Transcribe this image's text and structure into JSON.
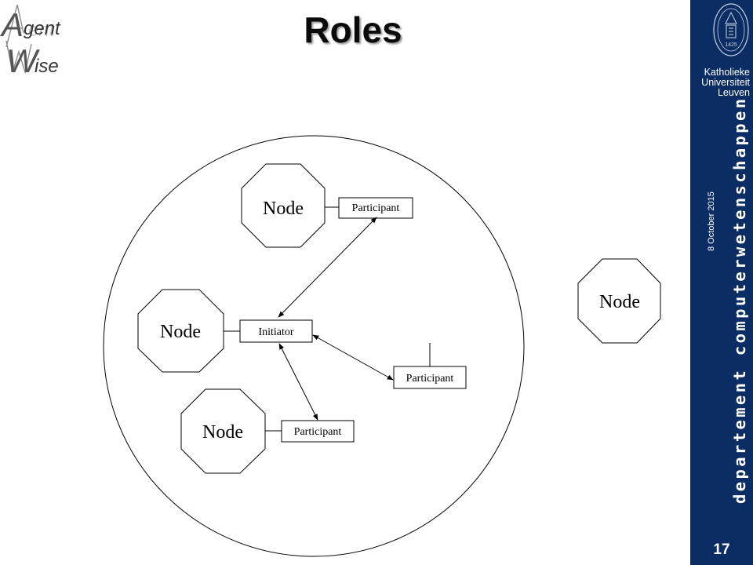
{
  "slide": {
    "title": "Roles",
    "number": "17",
    "date": "8 October 2015"
  },
  "logo": {
    "name": "AgentWise",
    "line1_initial": "A",
    "line1_rest": "gent",
    "line2_initial": "W",
    "line2_rest": "ise"
  },
  "sidebar": {
    "university": [
      "Katholieke",
      "Universiteit",
      "Leuven"
    ],
    "department": "departement computerwetenschappen",
    "seal_year": "1425",
    "background_color": "#0b2d63"
  },
  "diagram": {
    "system_boundary": "circle",
    "nodes": [
      {
        "id": "node-top",
        "label": "Node",
        "role": "Participant"
      },
      {
        "id": "node-middle",
        "label": "Node",
        "role": "Initiator"
      },
      {
        "id": "node-bottom",
        "label": "Node",
        "role": "Participant"
      },
      {
        "id": "node-outside",
        "label": "Node"
      }
    ],
    "floating_roles": [
      {
        "id": "participant-right",
        "label": "Participant"
      }
    ],
    "interactions": [
      {
        "from": "Initiator",
        "to": "Participant (top)",
        "arrows": "both"
      },
      {
        "from": "Initiator",
        "to": "Participant (right)",
        "arrows": "both"
      },
      {
        "from": "Initiator",
        "to": "Participant (bottom)",
        "arrows": "both"
      }
    ]
  }
}
